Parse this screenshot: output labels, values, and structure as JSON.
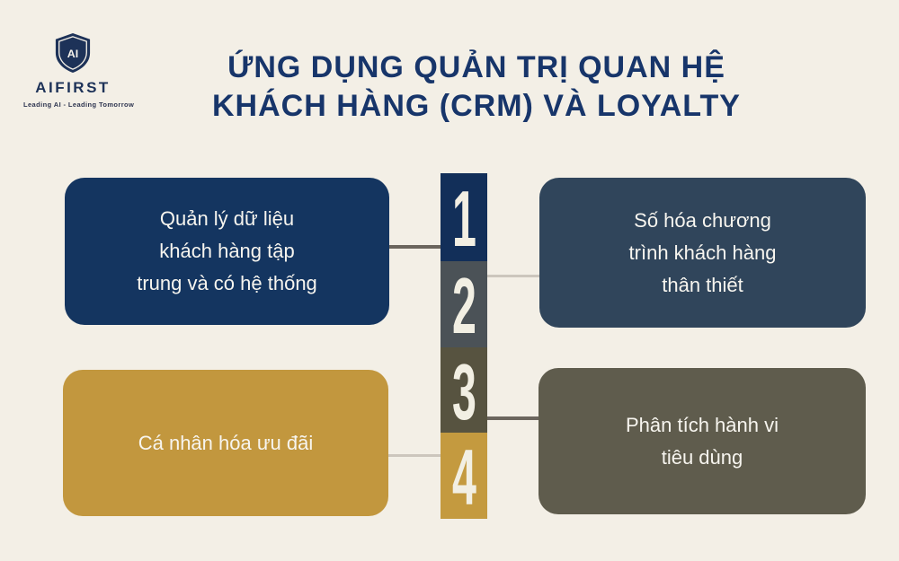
{
  "logo": {
    "shield_text": "AI",
    "brand": "AIFIRST",
    "tagline": "Leading AI - Leading Tomorrow"
  },
  "title": {
    "line1": "ỨNG DỤNG QUẢN TRỊ QUAN HỆ",
    "line2": "KHÁCH HÀNG (CRM) VÀ LOYALTY"
  },
  "steps": [
    {
      "number": "1",
      "label": "Quản lý dữ liệu\nkhách hàng tập\ntrung và có hệ thống",
      "box_position": "top-left",
      "box_color": "#143560",
      "block_color": "#122f59"
    },
    {
      "number": "2",
      "label": "Số hóa chương\ntrình khách hàng\nthân thiết",
      "box_position": "top-right",
      "box_color": "#30455b",
      "block_color": "#4b5257"
    },
    {
      "number": "3",
      "label": "Phân tích hành vi\ntiêu dùng",
      "box_position": "bottom-right",
      "box_color": "#5f5c4d",
      "block_color": "#575340"
    },
    {
      "number": "4",
      "label": "Cá nhân hóa ưu đãi",
      "box_position": "bottom-left",
      "box_color": "#c2973e",
      "block_color": "#c49a3f"
    }
  ],
  "colors": {
    "background": "#f3efe6",
    "title_text": "#17356a",
    "card_text": "#f7f5ef",
    "number_text": "#f2efe3",
    "connector_dark": "#6b655d",
    "connector_light": "#ccc6bd",
    "logo_navy": "#1d3258"
  }
}
